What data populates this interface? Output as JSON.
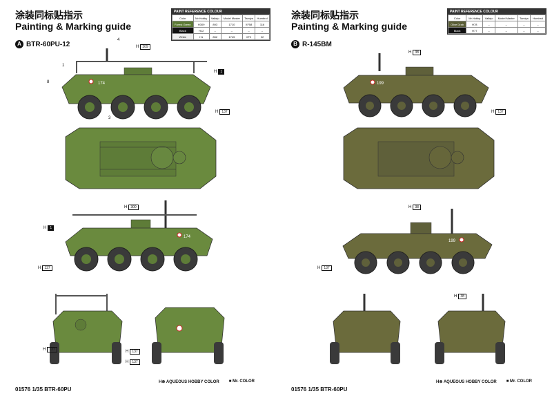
{
  "left": {
    "title_cn": "涂装同标贴指示",
    "title_en": "Painting & Marking guide",
    "variant_letter": "A",
    "variant_name": "BTR-60PU-12",
    "vehicle_number": "174",
    "footer": "01576 1/35  BTR-60PU",
    "ref_table": {
      "title": "PAINT REFERENCE COLOUR",
      "headers": [
        "Color",
        "Mr.Hobby",
        "Vallejo",
        "Model Master",
        "Tamiya",
        "Humbrol"
      ],
      "rows": [
        {
          "color": "Forest Green",
          "swatch": "#5c7a35",
          "hobby": "H309",
          "vallejo": "893",
          "mm": "1710",
          "tamiya": "XF58",
          "humbrol": "116"
        },
        {
          "color": "Black",
          "swatch": "#111111",
          "hobby": "H12",
          "vallejo": "–",
          "mm": "–",
          "tamiya": "–",
          "humbrol": "–"
        },
        {
          "color": "White",
          "swatch": "#f0f0f0",
          "hobby": "H1",
          "vallejo": "852",
          "mm": "1745",
          "tamiya": "XF2",
          "humbrol": "22"
        }
      ]
    },
    "callouts": {
      "h309": "309",
      "h1": "1",
      "h12": "12",
      "h137": "137",
      "h300": "300"
    }
  },
  "right": {
    "title_cn": "涂装同标贴指示",
    "title_en": "Painting & Marking guide",
    "variant_letter": "B",
    "variant_name": "R-145BM",
    "vehicle_number": "199",
    "footer": "01576 1/35  BTR-60PU",
    "ref_table": {
      "title": "PAINT REFERENCE COLOUR",
      "headers": [
        "Color",
        "Mr.Hobby",
        "Vallejo",
        "Model Master",
        "Tamiya",
        "Humbrol"
      ],
      "rows": [
        {
          "color": "Olive Drab",
          "swatch": "#5a5e36",
          "hobby": "H78",
          "vallejo": "–",
          "mm": "–",
          "tamiya": "–",
          "humbrol": "–"
        },
        {
          "color": "Black",
          "swatch": "#111111",
          "hobby": "H77",
          "vallejo": "–",
          "mm": "–",
          "tamiya": "–",
          "humbrol": "–"
        }
      ]
    },
    "callouts": {
      "h78": "38",
      "h77": "137"
    }
  },
  "legend": {
    "aqueous": "AQUEOUS HOBBY COLOR",
    "mr_color": "Mr. COLOR"
  },
  "colors": {
    "green_a": "#6a8a3e",
    "green_a_dark": "#4e6a2c",
    "olive_b": "#6b6b3c",
    "olive_b_dark": "#4f5030"
  }
}
